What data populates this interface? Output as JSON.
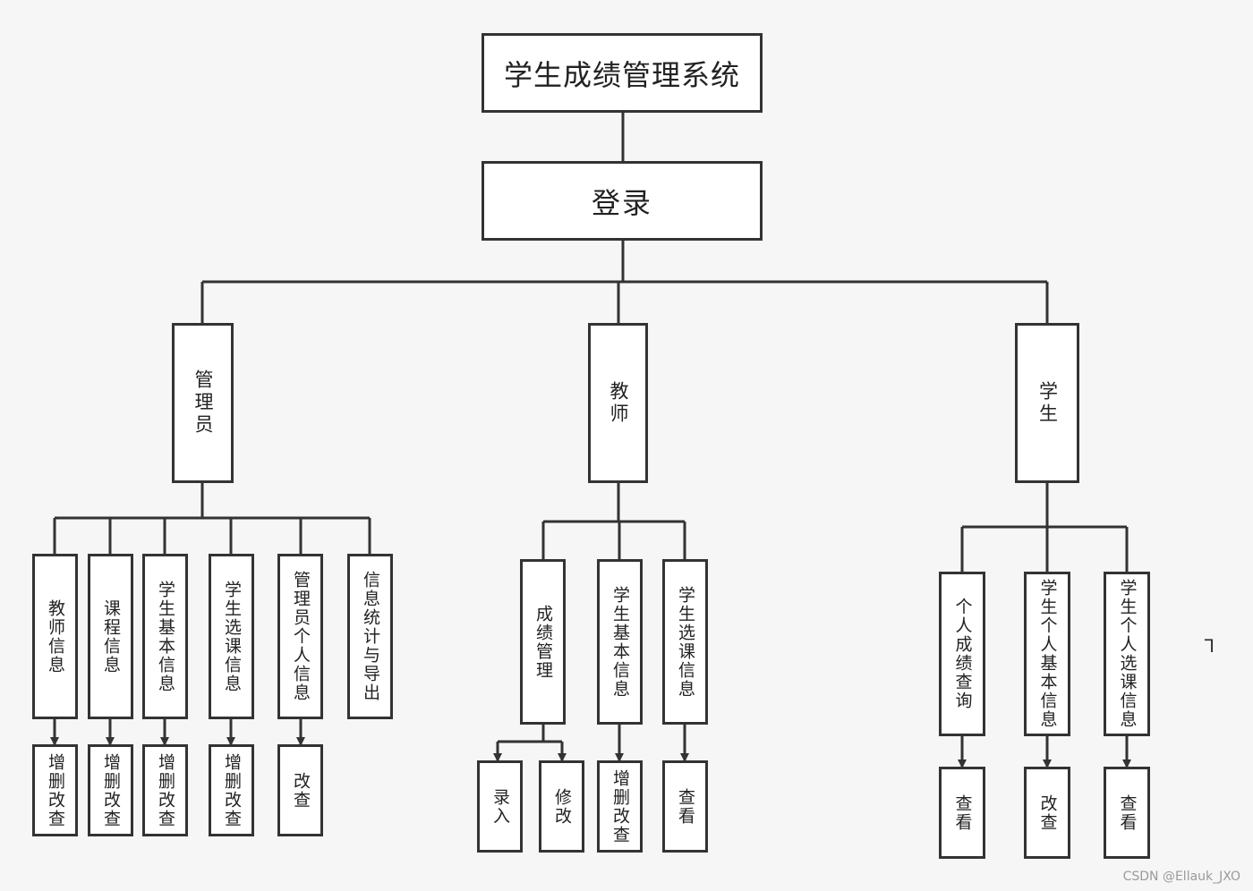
{
  "system_title": "学生成绩管理系统",
  "login": "登录",
  "roles": {
    "admin": {
      "label": "管理员",
      "functions": [
        "教师信息",
        "课程信息",
        "学生基本信息",
        "学生选课信息",
        "管理员个人信息",
        "信息统计与导出"
      ],
      "operations": [
        "增删改查",
        "增删改查",
        "增删改查",
        "增删改查",
        "改查"
      ]
    },
    "teacher": {
      "label": "教师",
      "functions": [
        "成绩管理",
        "学生基本信息",
        "学生选课信息"
      ],
      "operations": [
        "录入",
        "修改",
        "增删改查",
        "查看"
      ]
    },
    "student": {
      "label": "学生",
      "functions": [
        "个人成绩查询",
        "学生个人基本信息",
        "学生个人选课信息"
      ],
      "operations": [
        "查看",
        "改查",
        "查看"
      ]
    }
  },
  "watermark": "CSDN @Ellauk_JXO"
}
